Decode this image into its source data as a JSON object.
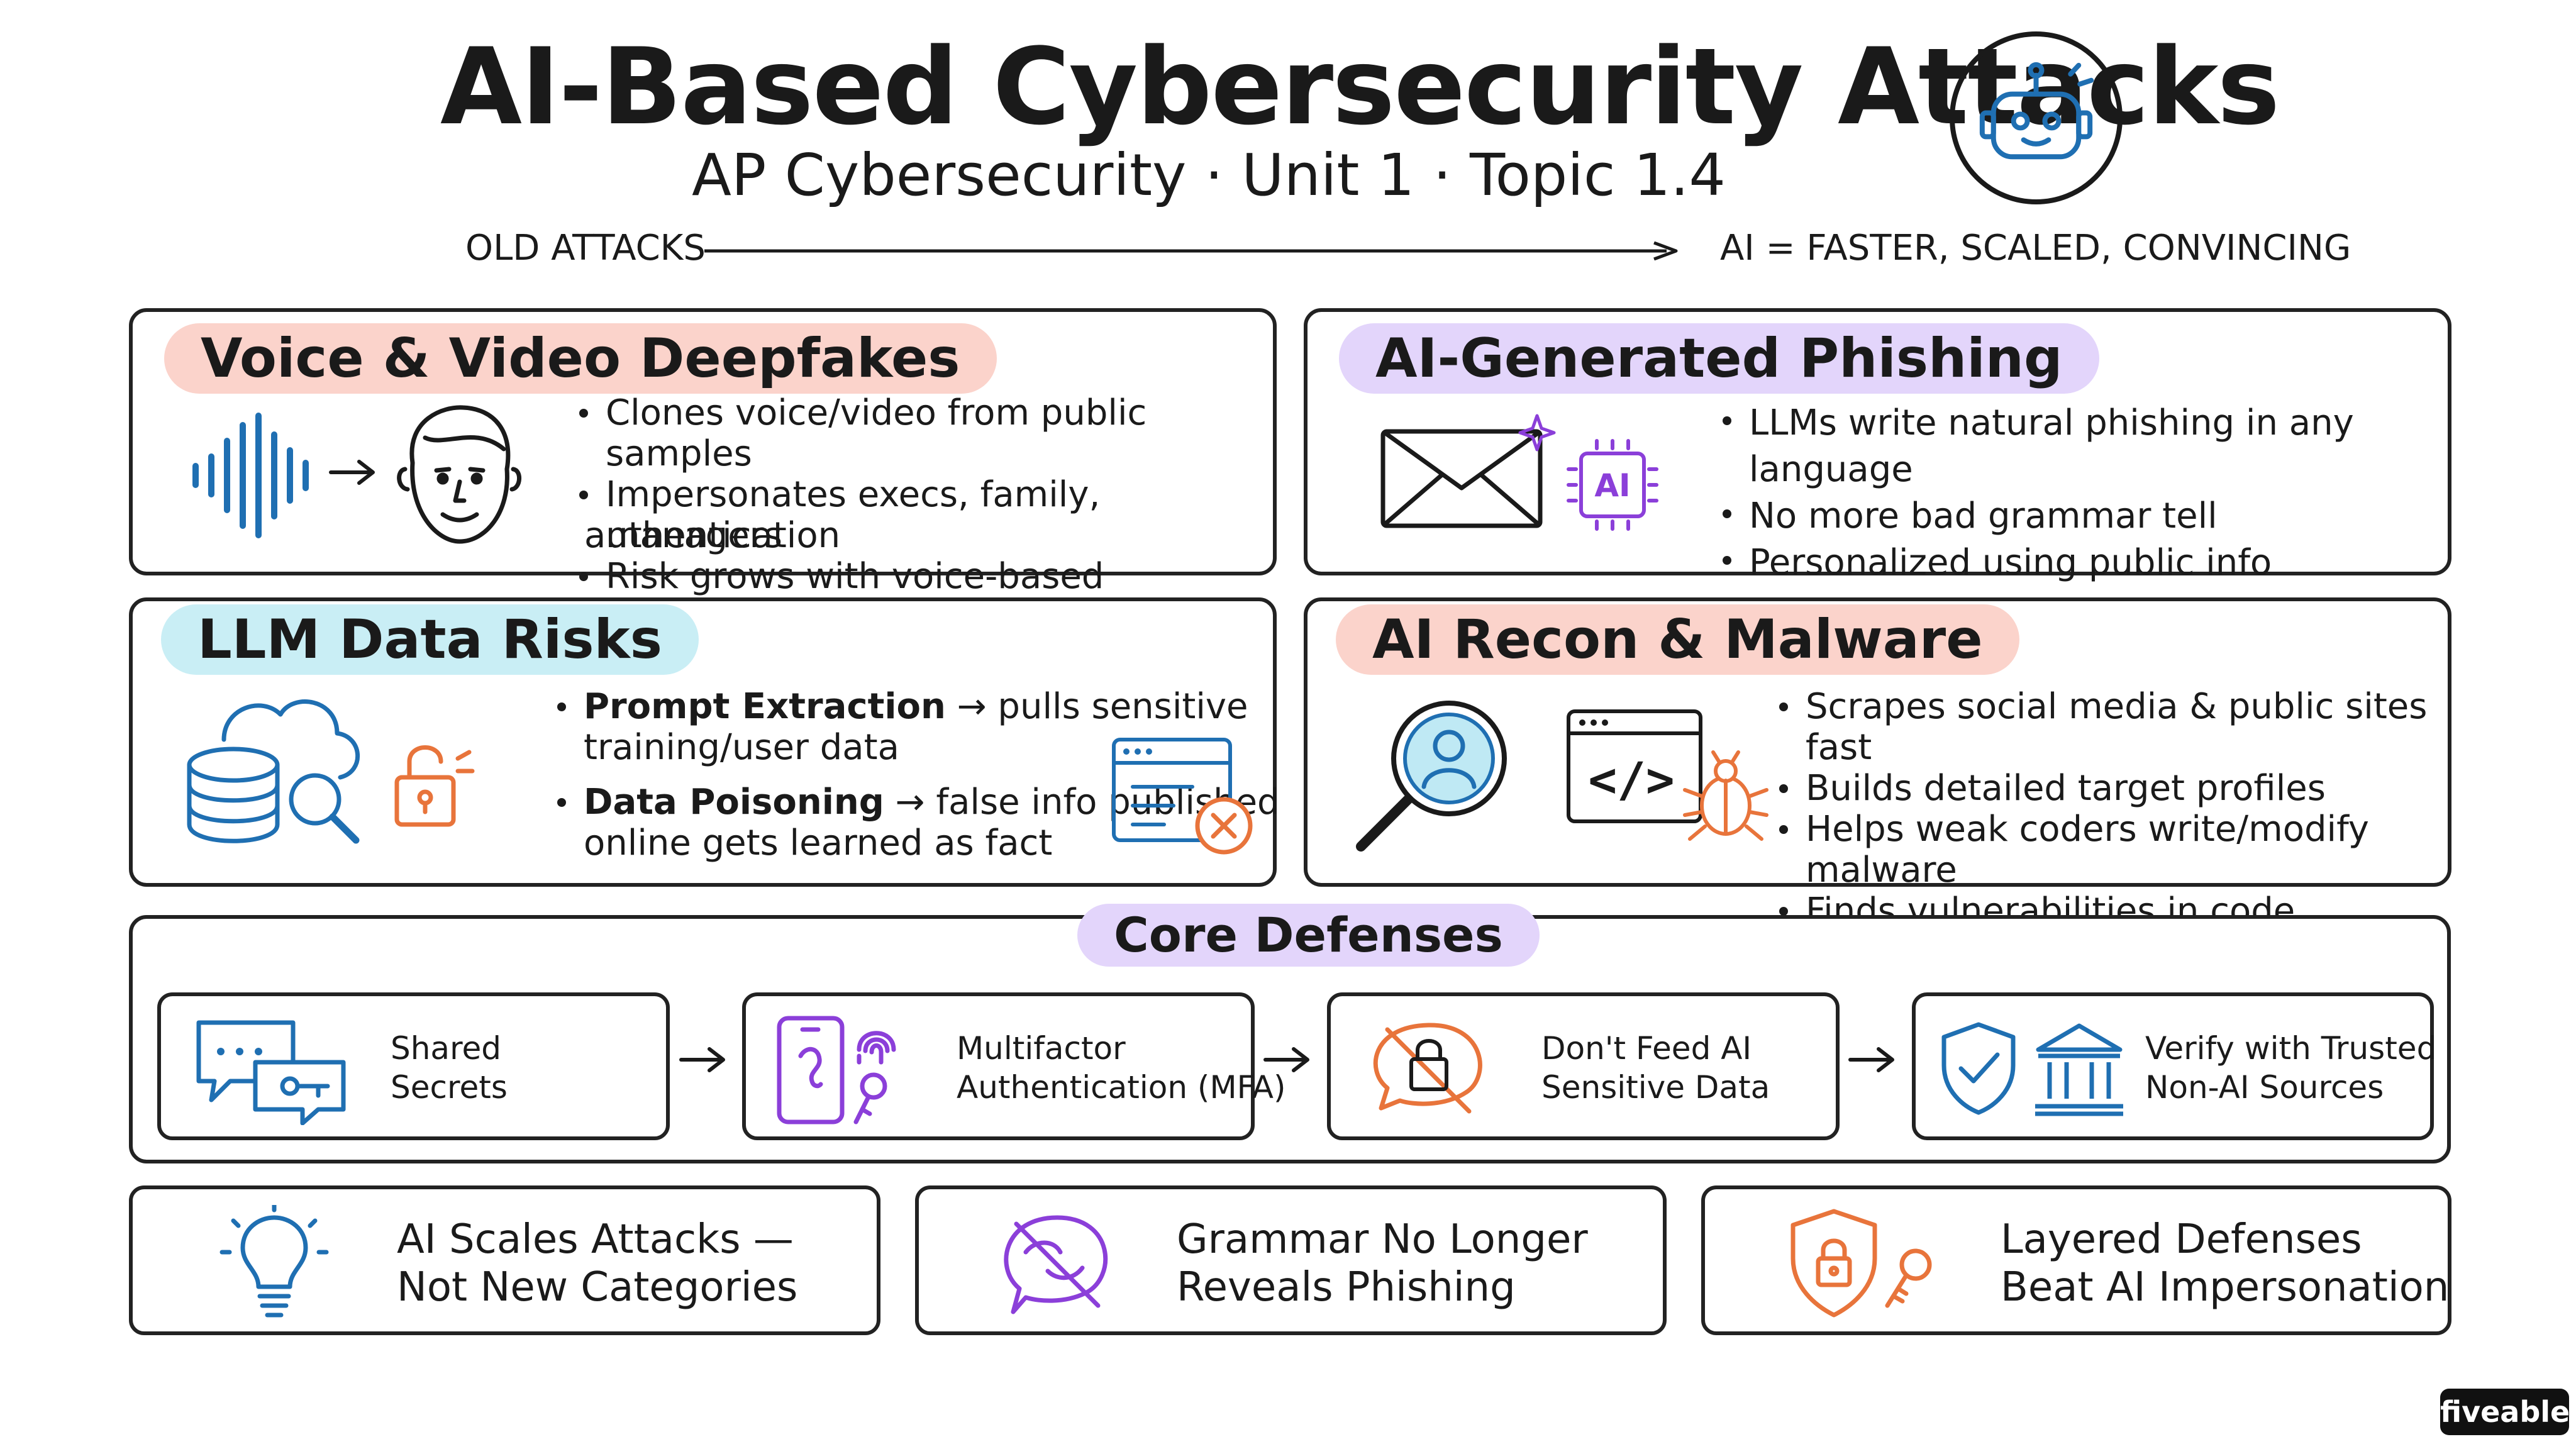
{
  "header": {
    "title": "AI-Based Cybersecurity Attacks",
    "subtitle": "AP Cybersecurity · Unit 1 · Topic 1.4",
    "timeline_start": "OLD ATTACKS",
    "timeline_end": "AI = FASTER, SCALED, CONVINCING"
  },
  "deepfakes": {
    "title": "Voice & Video Deepfakes",
    "bullets": [
      "Clones voice/video from public samples",
      "Impersonates execs, family, managers",
      "Risk grows with voice-based"
    ],
    "bullet_continuation": "authentication"
  },
  "phishing": {
    "title": "AI-Generated Phishing",
    "ai_chip_label": "AI",
    "bullets": [
      "LLMs write natural phishing in any language",
      "No more bad grammar tell",
      "Personalized using public info"
    ]
  },
  "llm_risks": {
    "title": "LLM Data Risks",
    "items": [
      {
        "term": "Prompt Extraction",
        "line1_rest": " → pulls sensitive",
        "line2": "training/user data"
      },
      {
        "term": "Data Poisoning",
        "line1_rest": " → false info published",
        "line2": "online gets learned as fact"
      }
    ]
  },
  "recon": {
    "title": "AI Recon & Malware",
    "code_glyph": "</>",
    "bullets": [
      "Scrapes social media & public sites fast",
      "Builds detailed target profiles",
      "Helps weak coders write/modify malware",
      "Finds vulnerabilities in code"
    ]
  },
  "core": {
    "title": "Core Defenses",
    "steps": [
      {
        "line1": "Shared",
        "line2": "Secrets"
      },
      {
        "line1": "Multifactor",
        "line2": "Authentication (MFA)"
      },
      {
        "line1": "Don't Feed AI",
        "line2": "Sensitive Data"
      },
      {
        "line1": "Verify with Trusted",
        "line2": "Non-AI Sources"
      }
    ]
  },
  "takeaways": [
    {
      "line1": "AI Scales Attacks —",
      "line2": "Not New Categories"
    },
    {
      "line1": "Grammar No Longer",
      "line2": "Reveals Phishing"
    },
    {
      "line1": "Layered Defenses",
      "line2": "Beat AI Impersonation"
    }
  ],
  "brand": "fiveable",
  "colors": {
    "blue": "#1f6fb2",
    "purple": "#8b3fd9",
    "orange": "#e8743b",
    "cyan": "#5bc0de",
    "deepfake_pill": "#fbd3cb",
    "phishing_pill": "#e3d5fb",
    "llm_pill": "#c9eef5"
  },
  "icons": [
    "robot-icon",
    "sound-wave-icon",
    "face-icon",
    "envelope-icon",
    "ai-chip-icon",
    "database-cloud-icon",
    "unlock-icon",
    "browser-error-icon",
    "search-person-icon",
    "code-bug-icon",
    "chat-key-icon",
    "phone-fingerprint-icon",
    "no-lock-icon",
    "shield-check-icon",
    "bank-icon",
    "lightbulb-icon",
    "no-chat-icon",
    "shield-key-icon"
  ]
}
